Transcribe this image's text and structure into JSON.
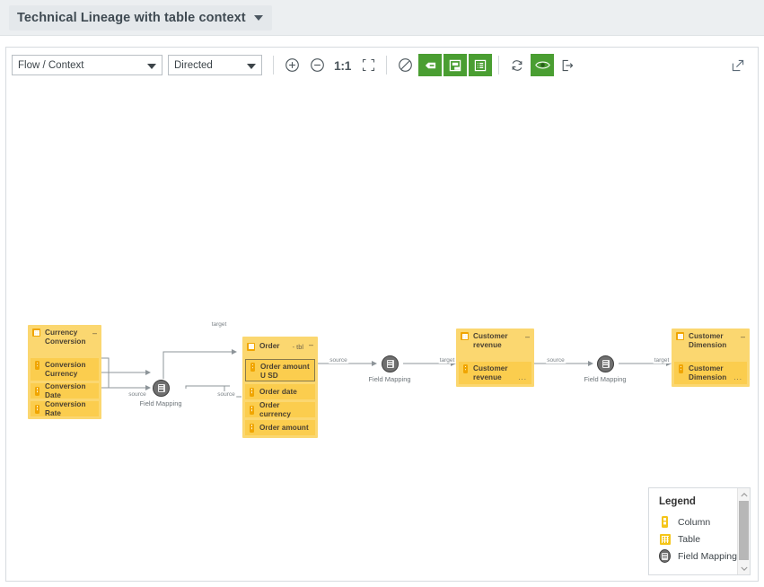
{
  "header": {
    "title": "Technical Lineage with table context",
    "caret_icon": "chevron-down-icon"
  },
  "toolbar": {
    "flow_context": {
      "value": "Flow / Context",
      "caret_icon": "chevron-down-icon"
    },
    "direction": {
      "value": "Directed",
      "caret_icon": "chevron-down-icon"
    },
    "zoom_in": "zoom-in-icon",
    "zoom_out": "zoom-out-icon",
    "ratio_label": "1:1",
    "fit_screen": "fit-to-screen-icon",
    "no_entry": "no-entry-icon",
    "toggle_labels": "edge-label-icon",
    "toggle_nodes": "node-collapse-icon",
    "toggle_columns": "column-list-icon",
    "refresh": "refresh-icon",
    "visibility": "eye-icon",
    "export": "export-icon",
    "expand": "expand-external-icon",
    "accent_color": "#4a9e32"
  },
  "graph": {
    "edge_label_source": "source",
    "edge_label_target": "target",
    "field_mapping_label": "Field Mapping",
    "colors": {
      "table_fill": "#fbd770",
      "column_fill": "#fbcd4e",
      "icon_orange": "#f0a500",
      "field_mapping": "#6f6f6f",
      "edge": "#8d9499"
    },
    "nodes": [
      {
        "id": "currency-conversion",
        "type": "table",
        "title": "Currency Conversion",
        "suffix": "",
        "collapse_label": "–",
        "columns": [
          {
            "label": "Conversion Currency",
            "selected": false,
            "ellipsis": ""
          },
          {
            "label": "Conversion Date",
            "selected": false,
            "ellipsis": ""
          },
          {
            "label": "Conversion Rate",
            "selected": false,
            "ellipsis": ""
          }
        ]
      },
      {
        "id": "order",
        "type": "table",
        "title": "Order",
        "suffix": "- tbl",
        "collapse_label": "–",
        "columns": [
          {
            "label": "Order amount U SD",
            "selected": true,
            "ellipsis": ""
          },
          {
            "label": "Order date",
            "selected": false,
            "ellipsis": ""
          },
          {
            "label": "Order currency",
            "selected": false,
            "ellipsis": ""
          },
          {
            "label": "Order amount",
            "selected": false,
            "ellipsis": ""
          }
        ]
      },
      {
        "id": "customer-revenue",
        "type": "table",
        "title": "Customer revenue",
        "suffix": "",
        "collapse_label": "–",
        "columns": [
          {
            "label": "Customer revenue",
            "selected": false,
            "ellipsis": "..."
          }
        ]
      },
      {
        "id": "customer-dimension",
        "type": "table",
        "title": "Customer Dimension",
        "suffix": "",
        "collapse_label": "–",
        "columns": [
          {
            "label": "Customer Dimension",
            "selected": false,
            "ellipsis": "..."
          }
        ]
      }
    ],
    "field_mappings": [
      {
        "id": "fm-1",
        "label": "Field Mapping"
      },
      {
        "id": "fm-2",
        "label": "Field Mapping"
      },
      {
        "id": "fm-3",
        "label": "Field Mapping"
      }
    ],
    "edge_labels": [
      {
        "id": "e1",
        "text": "target"
      },
      {
        "id": "e2",
        "text": "source"
      },
      {
        "id": "e3",
        "text": "source"
      },
      {
        "id": "e4",
        "text": "source"
      },
      {
        "id": "e5",
        "text": "target"
      },
      {
        "id": "e6",
        "text": "source"
      },
      {
        "id": "e7",
        "text": "target"
      }
    ]
  },
  "legend": {
    "title": "Legend",
    "items": [
      {
        "icon": "column-icon",
        "label": "Column"
      },
      {
        "icon": "table-icon",
        "label": "Table"
      },
      {
        "icon": "field-mapping-icon",
        "label": "Field Mapping"
      }
    ],
    "scroll_up_icon": "chevron-up-icon",
    "scroll_down_icon": "chevron-down-icon"
  }
}
